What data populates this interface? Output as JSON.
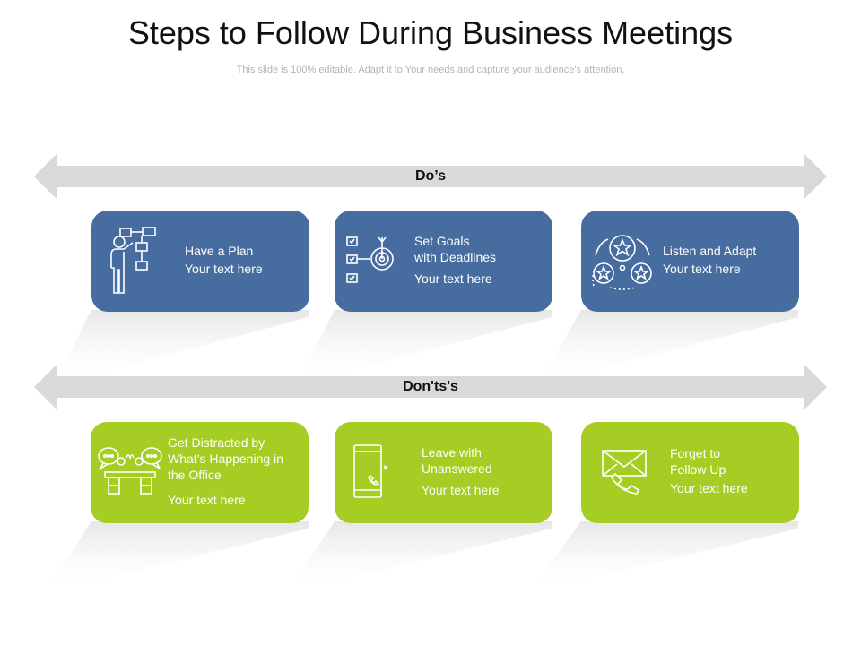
{
  "title": "Steps to  Follow During Business Meetings",
  "subtitle": "This slide is 100% editable. Adapt it to Your needs and capture your audience’s attention.",
  "colors": {
    "blue": "#476c9f",
    "green": "#a6cd23",
    "arrow": "#d9d9d9"
  },
  "dos": {
    "label": "Do’s",
    "cards": [
      {
        "heading": "Have a Plan",
        "body": "Your text here",
        "icon": "presenter-flowchart-icon"
      },
      {
        "heading": "Set Goals\nwith Deadlines",
        "body": "Your text here",
        "icon": "goals-target-icon"
      },
      {
        "heading": "Listen and Adapt",
        "body": "Your text here",
        "icon": "star-cycle-icon"
      }
    ]
  },
  "donts": {
    "label": "Don'ts's",
    "cards": [
      {
        "heading": "Get Distracted by\nWhat’s Happening in\nthe Office",
        "body": "Your text here",
        "icon": "office-chatter-icon"
      },
      {
        "heading": "Leave with\nUnanswered",
        "body": "Your text here",
        "icon": "missed-call-phone-icon"
      },
      {
        "heading": "Forget to\nFollow Up",
        "body": "Your text here",
        "icon": "email-phone-icon"
      }
    ]
  }
}
